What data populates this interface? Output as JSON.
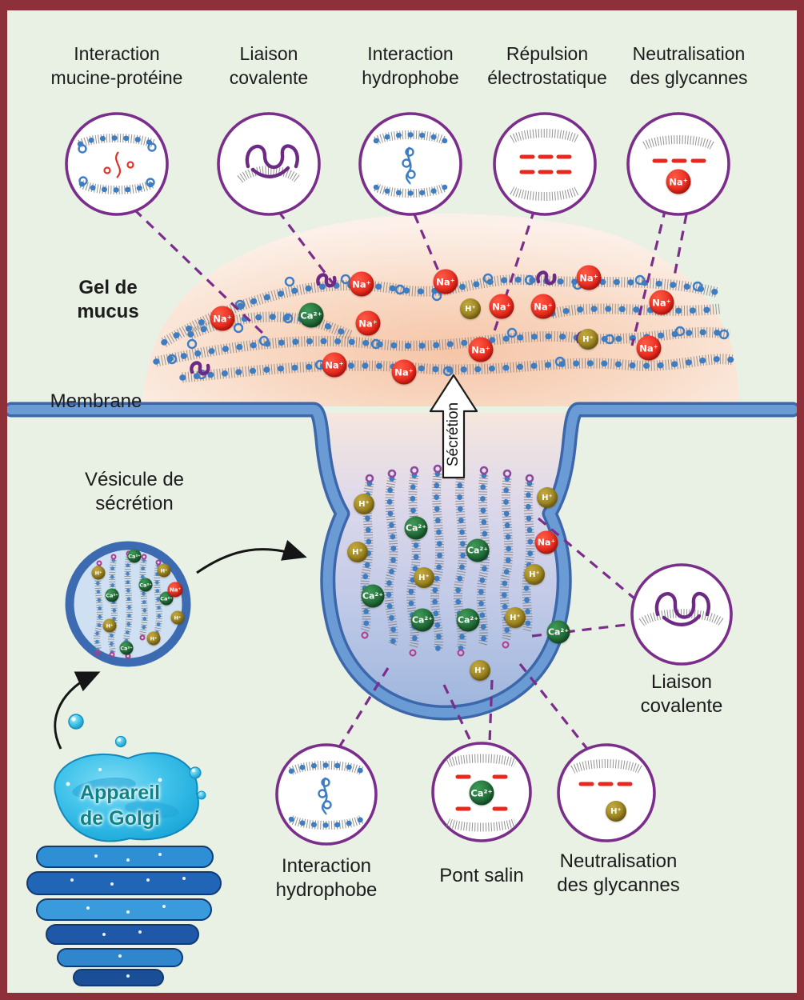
{
  "insets": {
    "top": [
      {
        "line1": "Interaction",
        "line2": "mucine-protéine"
      },
      {
        "line1": "Liaison",
        "line2": "covalente"
      },
      {
        "line1": "Interaction",
        "line2": "hydrophobe"
      },
      {
        "line1": "Répulsion",
        "line2": "électrostatique"
      },
      {
        "line1": "Neutralisation",
        "line2": "des glycannes"
      }
    ],
    "bottom": [
      {
        "line1": "Interaction",
        "line2": "hydrophobe"
      },
      {
        "line1": "Pont salin",
        "line2": ""
      },
      {
        "line1": "Neutralisation",
        "line2": "des glycannes"
      }
    ],
    "right": {
      "line1": "Liaison",
      "line2": "covalente"
    }
  },
  "labels": {
    "gel1": "Gel de",
    "gel2": "mucus",
    "membrane": "Membrane",
    "vesicle1": "Vésicule de",
    "vesicle2": "sécrétion",
    "secretion": "Sécrétion",
    "golgi1": "Appareil",
    "golgi2": "de Golgi"
  },
  "ions": {
    "na": "Na⁺",
    "ca": "Ca²⁺",
    "h": "H⁺"
  },
  "colors": {
    "na": "#e8281e",
    "ca": "#1d6f38",
    "h": "#a3861f",
    "inset_ring": "#7b2d8b",
    "connector": "#7b2d8b",
    "membrane": "#4a7fc1",
    "background": "#e9f0e4",
    "frame": "#8e3039"
  }
}
